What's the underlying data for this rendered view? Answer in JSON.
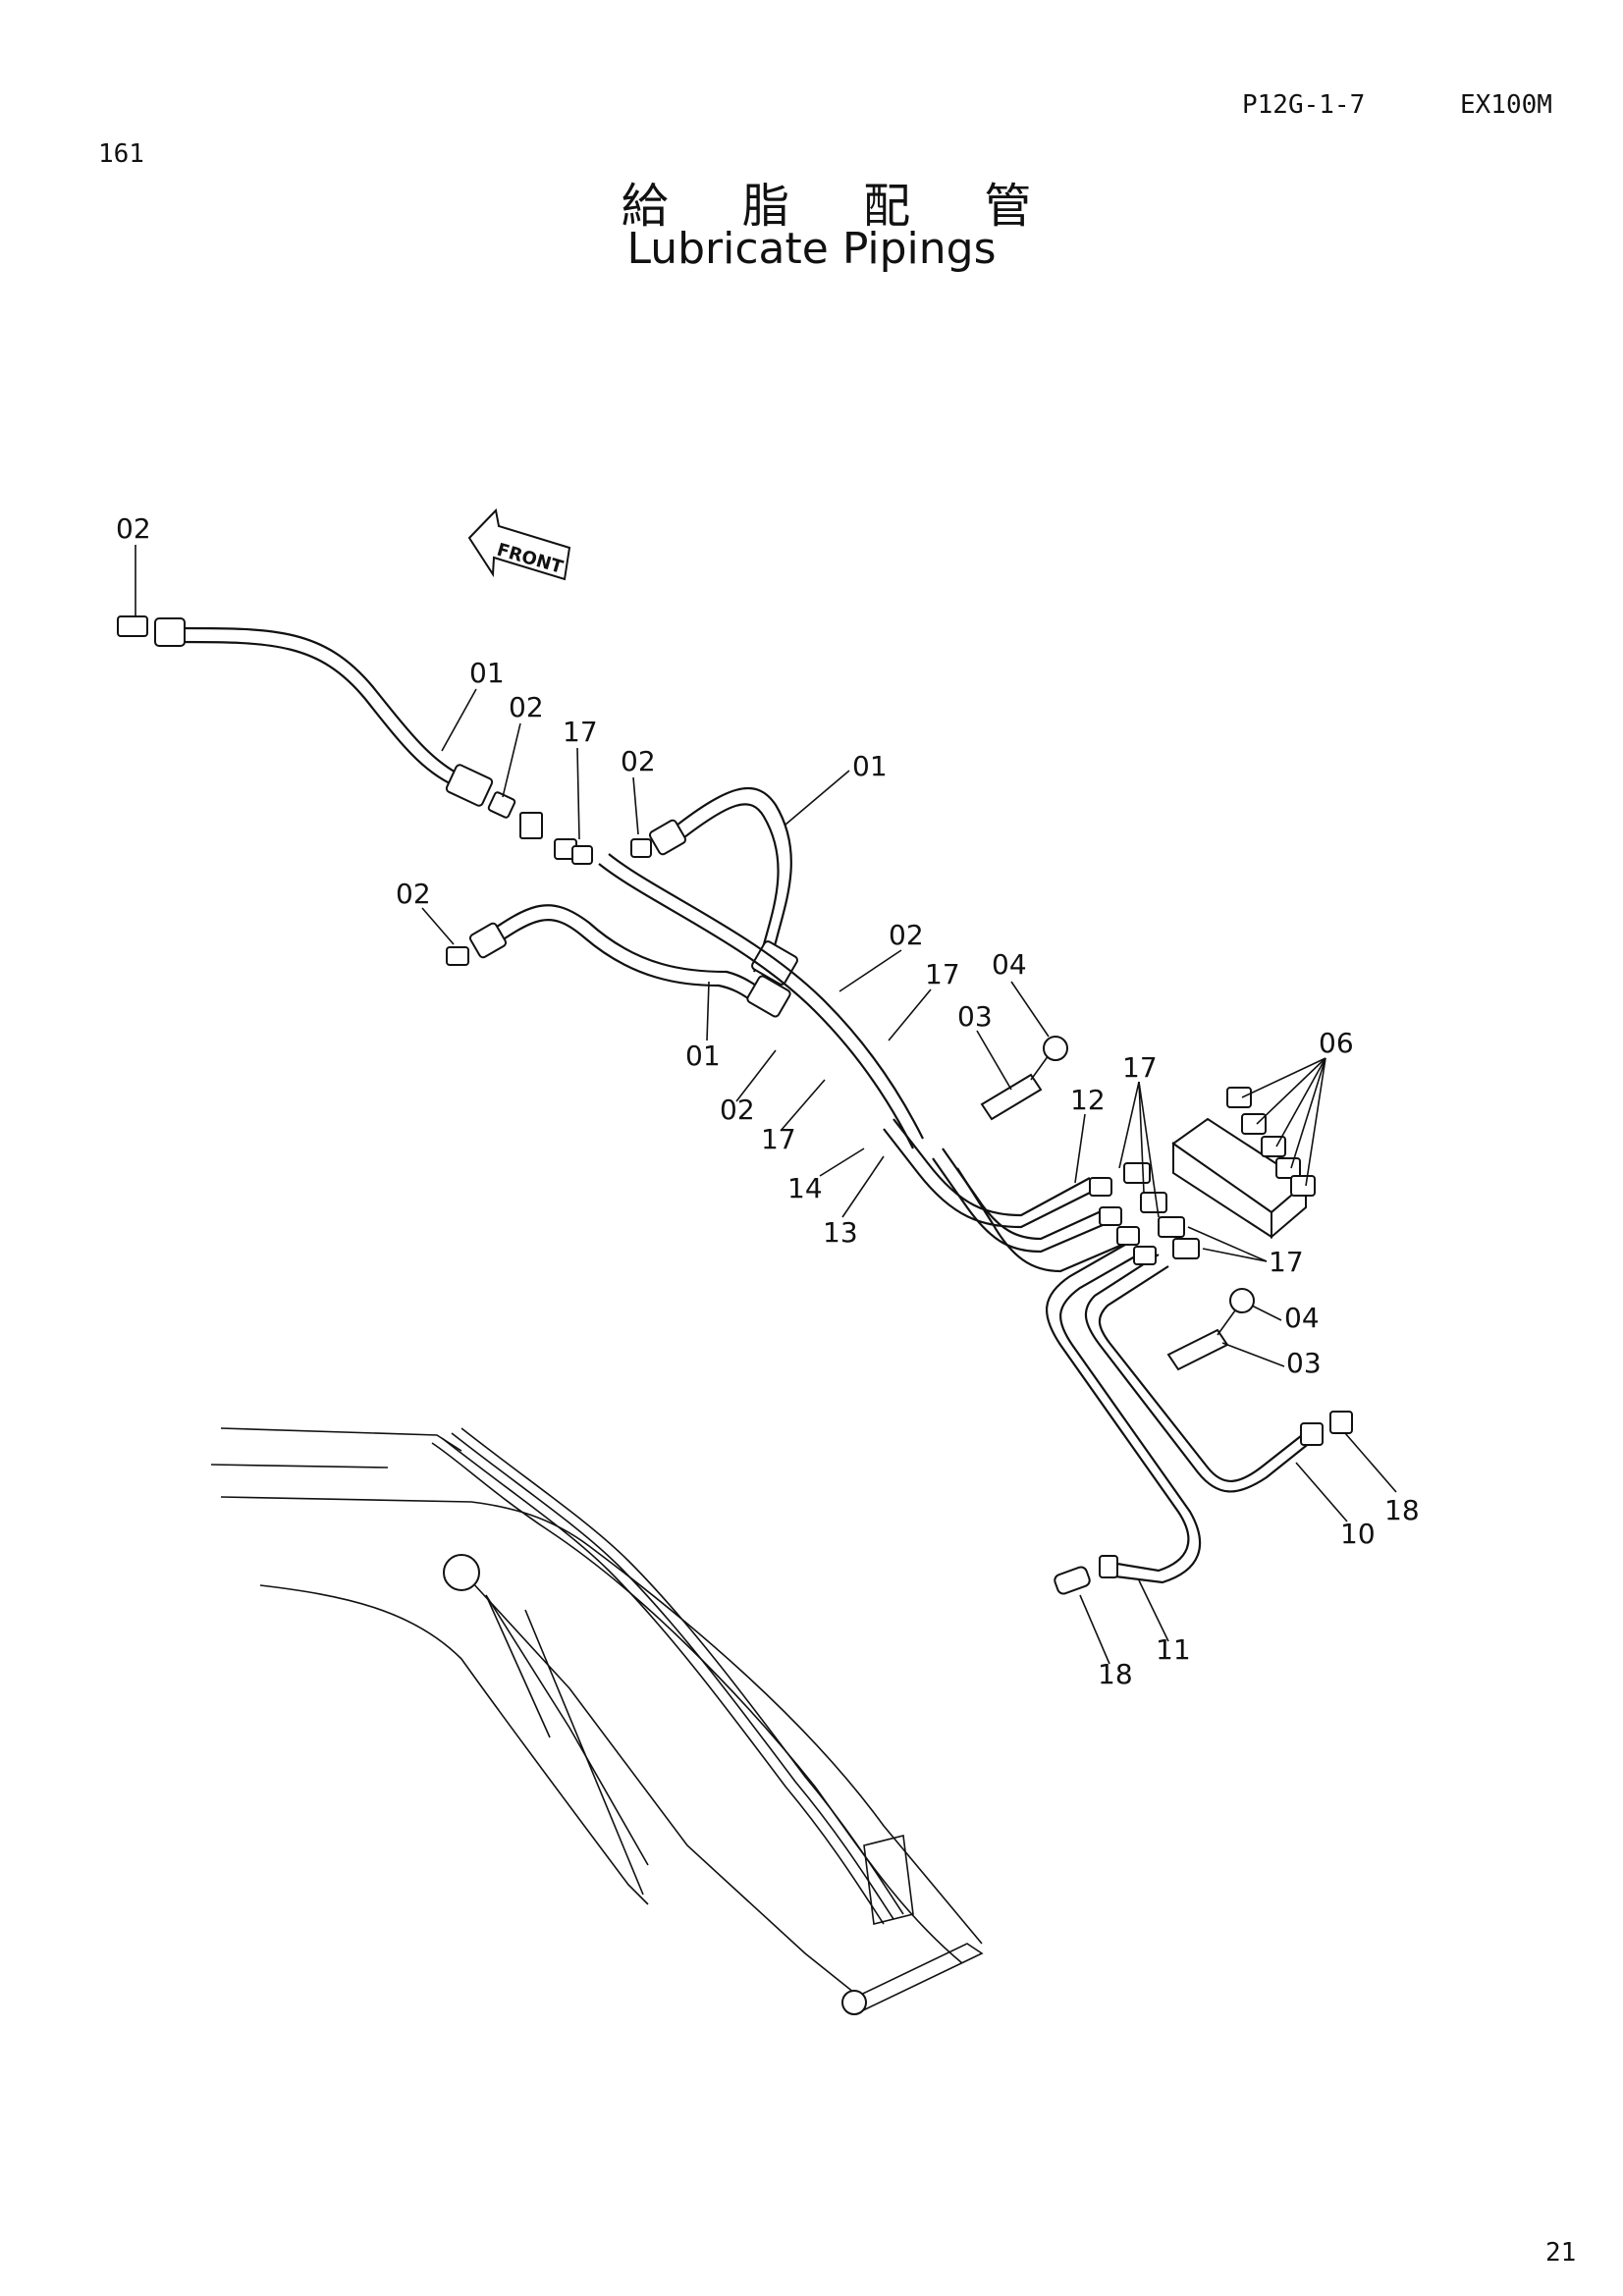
{
  "header": {
    "sheet_code": "P12G-1-7",
    "model": "EX100M",
    "page_number": "161"
  },
  "title": {
    "japanese": "給 脂 配 管",
    "english": "Lubricate Pipings"
  },
  "direction_arrow": {
    "label": "FRONT"
  },
  "callouts": [
    "02",
    "01",
    "02",
    "17",
    "02",
    "01",
    "02",
    "01",
    "02",
    "17",
    "04",
    "03",
    "02",
    "17",
    "14",
    "13",
    "12",
    "17",
    "06",
    "17",
    "04",
    "03",
    "10",
    "18",
    "11",
    "18"
  ],
  "footer": {
    "page": "21"
  }
}
